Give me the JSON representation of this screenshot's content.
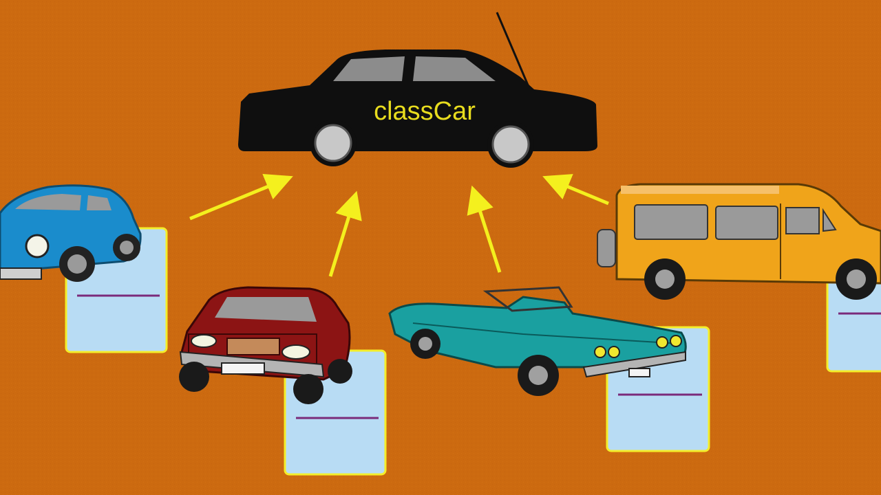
{
  "diagram": {
    "class_label": "classCar",
    "colors": {
      "background": "#cc6a10",
      "class_car": "#0f0f0f",
      "label_text": "#e8dc1e",
      "arrow": "#f4f01e",
      "card_fill": "#b8dcf4",
      "card_border": "#f4ee2a",
      "card_line": "#7a2a7a",
      "beetle": "#1a8ccc",
      "sedan": "#8c1414",
      "convertible": "#1aa0a0",
      "van": "#f0a41a"
    },
    "instances": [
      {
        "id": "beetle",
        "icon": "beetle-car-icon"
      },
      {
        "id": "sedan",
        "icon": "sedan-car-icon"
      },
      {
        "id": "convertible",
        "icon": "convertible-car-icon"
      },
      {
        "id": "van",
        "icon": "van-car-icon"
      }
    ]
  }
}
